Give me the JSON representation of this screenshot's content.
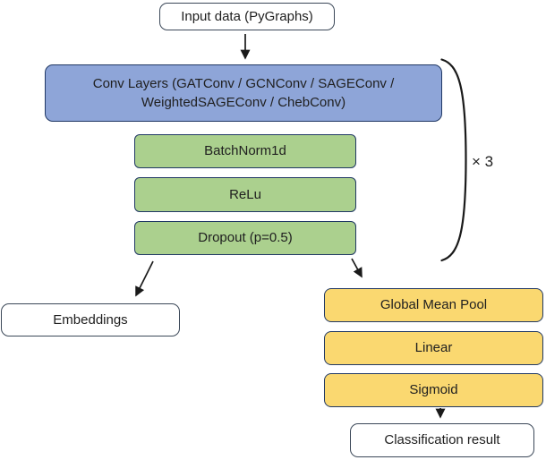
{
  "diagram": {
    "nodes": {
      "input": {
        "label": "Input data (PyGraphs)"
      },
      "conv": {
        "label_line1": "Conv Layers (GATConv / GCNConv / SAGEConv /",
        "label_line2": "WeightedSAGEConv / ChebConv)"
      },
      "batchnorm": {
        "label": "BatchNorm1d"
      },
      "relu": {
        "label": "ReLu"
      },
      "dropout": {
        "label": "Dropout (p=0.5)"
      },
      "embeddings": {
        "label": "Embeddings"
      },
      "global_mean_pool": {
        "label": "Global Mean Pool"
      },
      "linear": {
        "label": "Linear"
      },
      "sigmoid": {
        "label": "Sigmoid"
      },
      "classification_result": {
        "label": "Classification result"
      }
    },
    "annotations": {
      "repeat_label": "× 3"
    },
    "colors": {
      "conv_fill": "#8EA5D8",
      "hidden_layer_fill": "#ABD08E",
      "output_fill": "#FAD870",
      "io_fill": "#FFFFFF",
      "node_border": "#203864",
      "io_border": "#3B4858",
      "arrow": "#1A1A1A",
      "text": "#202020"
    }
  }
}
